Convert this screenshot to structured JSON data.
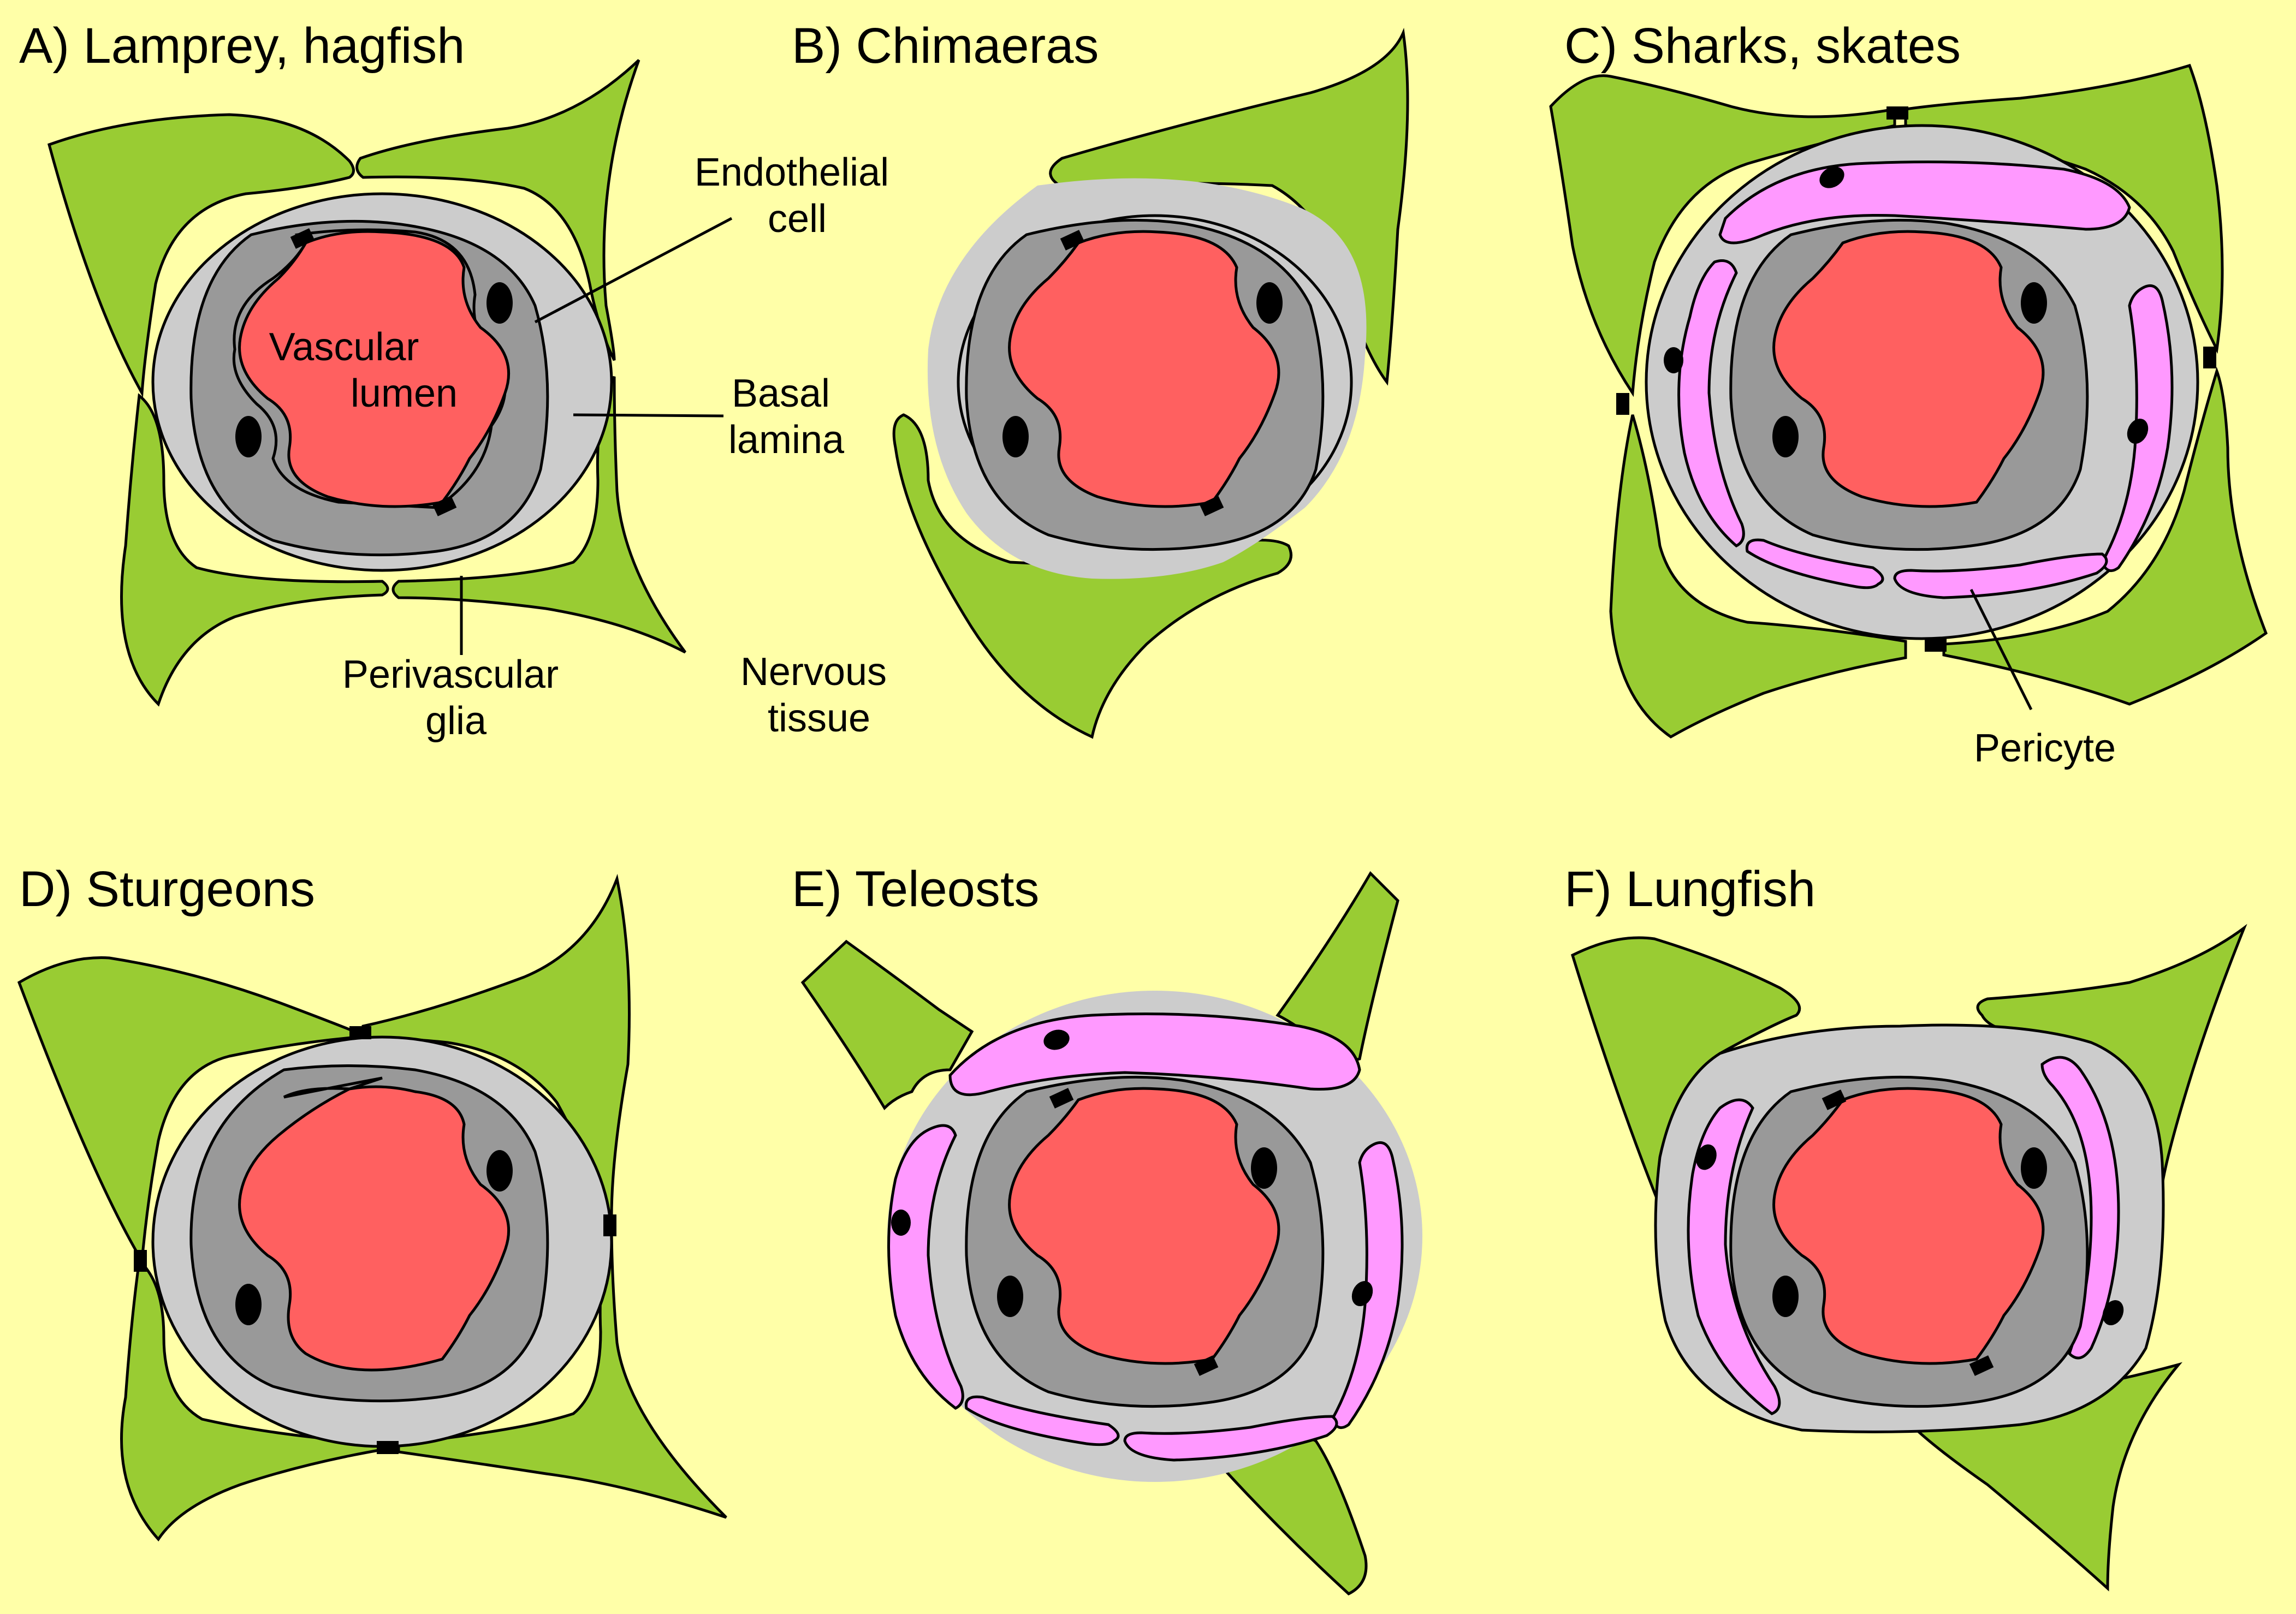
{
  "colors": {
    "background": "#ffffa8",
    "glia": "#99cc33",
    "basal_lamina": "#cccccc",
    "endothelial": "#999999",
    "lumen": "#ff6060",
    "pericyte": "#ff99ff",
    "junction": "#000000"
  },
  "panels": [
    {
      "id": "A",
      "title": "A) Lamprey, hagfish"
    },
    {
      "id": "B",
      "title": "B) Chimaeras"
    },
    {
      "id": "C",
      "title": "C) Sharks, skates"
    },
    {
      "id": "D",
      "title": "D) Sturgeons"
    },
    {
      "id": "E",
      "title": "E) Teleosts"
    },
    {
      "id": "F",
      "title": "F) Lungfish"
    }
  ],
  "labels": {
    "vascular_lumen": [
      "Vascular",
      "lumen"
    ],
    "endothelial_cell": [
      "Endothelial",
      "cell"
    ],
    "basal_lamina": [
      "Basal",
      "lamina"
    ],
    "perivascular_glia": [
      "Perivascular",
      "glia"
    ],
    "nervous_tissue": [
      "Nervous",
      "tissue"
    ],
    "pericyte": "Pericyte"
  }
}
